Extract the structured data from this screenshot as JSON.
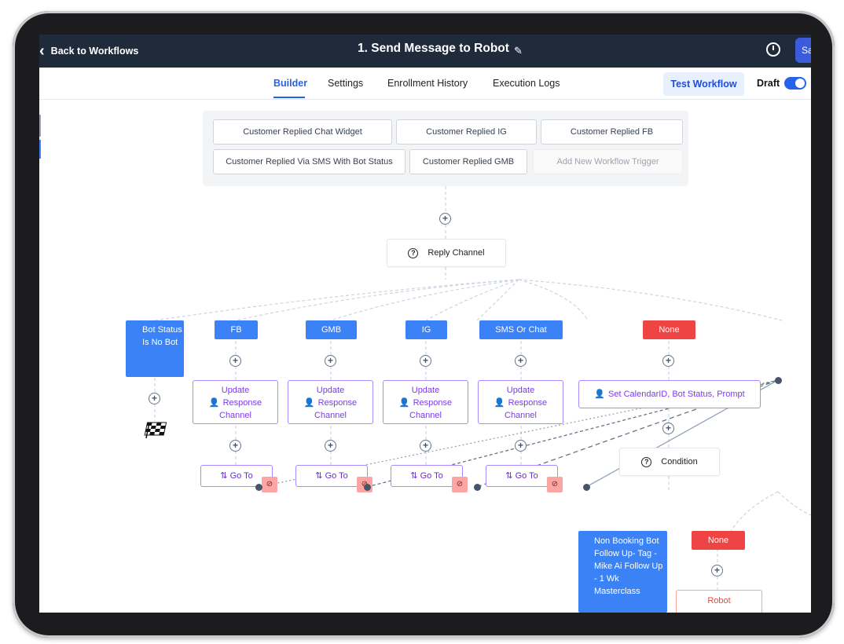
{
  "header": {
    "back_label": "Back to Workflows",
    "title": "1. Send Message to Robot",
    "save_label": "Sa"
  },
  "tabs": [
    {
      "label": "Builder",
      "active": true
    },
    {
      "label": "Settings",
      "active": false
    },
    {
      "label": "Enrollment History",
      "active": false
    },
    {
      "label": "Execution Logs",
      "active": false
    }
  ],
  "toolbar": {
    "test_label": "Test Workflow",
    "status_label": "Draft",
    "draft_enabled": true
  },
  "triggers": [
    "Customer Replied Chat Widget",
    "Customer Replied IG",
    "Customer Replied FB",
    "Customer Replied Via SMS With Bot Status",
    "Customer Replied GMB"
  ],
  "add_trigger_label": "Add New Workflow Trigger",
  "reply_channel_label": "Reply Channel",
  "branches": {
    "bot_status": "Bot Status Is No Bot",
    "fb": "FB",
    "gmb": "GMB",
    "ig": "IG",
    "sms": "SMS Or Chat",
    "none": "None"
  },
  "actions": {
    "update_line1": "Update",
    "update_line2": "Response",
    "update_line3": "Channel",
    "set_calendar": "Set CalendarID, Bot Status, Prompt",
    "goto": "Go To",
    "condition": "Condition"
  },
  "lower": {
    "booking_branch": "Non Booking Bot Follow Up- Tag - Mike Ai Follow Up - 1 Wk Masterclass",
    "none_branch": "None",
    "robot_action": "Robot"
  },
  "colors": {
    "topbar": "#1f2a3a",
    "accent": "#2563eb",
    "branch_blue": "#3b82f6",
    "branch_red": "#ef4444",
    "action_purple": "#7c3aed"
  }
}
